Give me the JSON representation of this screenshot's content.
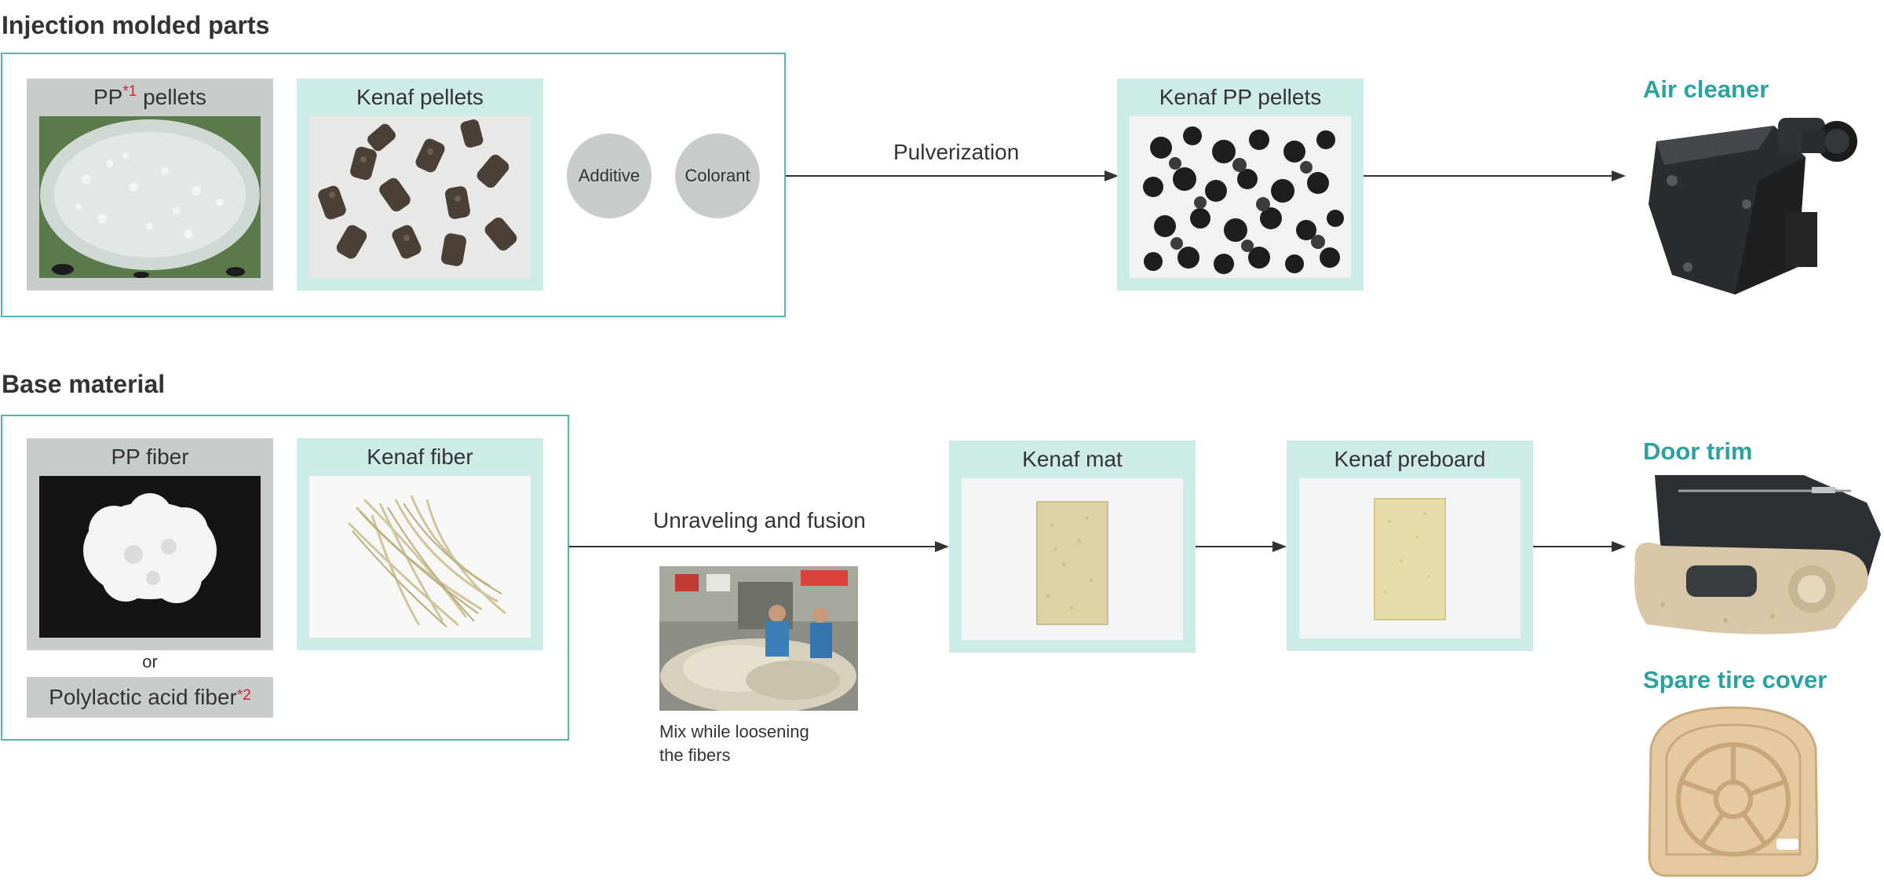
{
  "sections": {
    "injection": {
      "title": "Injection molded parts",
      "pp_pellets": {
        "label_prefix": "PP",
        "label_mark": "*1",
        "label_suffix": " pellets"
      },
      "kenaf_pellets": {
        "label": "Kenaf pellets"
      },
      "additive": {
        "label": "Additive"
      },
      "colorant": {
        "label": "Colorant"
      },
      "arrow_label": "Pulverization",
      "kenaf_pp_pellets": {
        "label": "Kenaf PP pellets"
      },
      "product": {
        "title": "Air cleaner"
      }
    },
    "base": {
      "title": "Base material",
      "pp_fiber": {
        "label": "PP fiber"
      },
      "or_text": "or",
      "pla_fiber": {
        "label_prefix": "Polylactic acid fiber",
        "label_mark": "*2"
      },
      "kenaf_fiber": {
        "label": "Kenaf fiber"
      },
      "arrow_label": "Unraveling and fusion",
      "caption_line1": "Mix while loosening",
      "caption_line2": "the fibers",
      "kenaf_mat": {
        "label": "Kenaf mat"
      },
      "kenaf_preboard": {
        "label": "Kenaf preboard"
      },
      "product_door": {
        "title": "Door trim"
      },
      "product_spare": {
        "title": "Spare tire cover"
      }
    }
  },
  "colors": {
    "accent_teal": "#2aa3a0",
    "frame_teal": "#4fb8b0",
    "mint_card": "#cdece8",
    "gray_card": "#c8cccb",
    "footnote_red": "#d2232a"
  }
}
